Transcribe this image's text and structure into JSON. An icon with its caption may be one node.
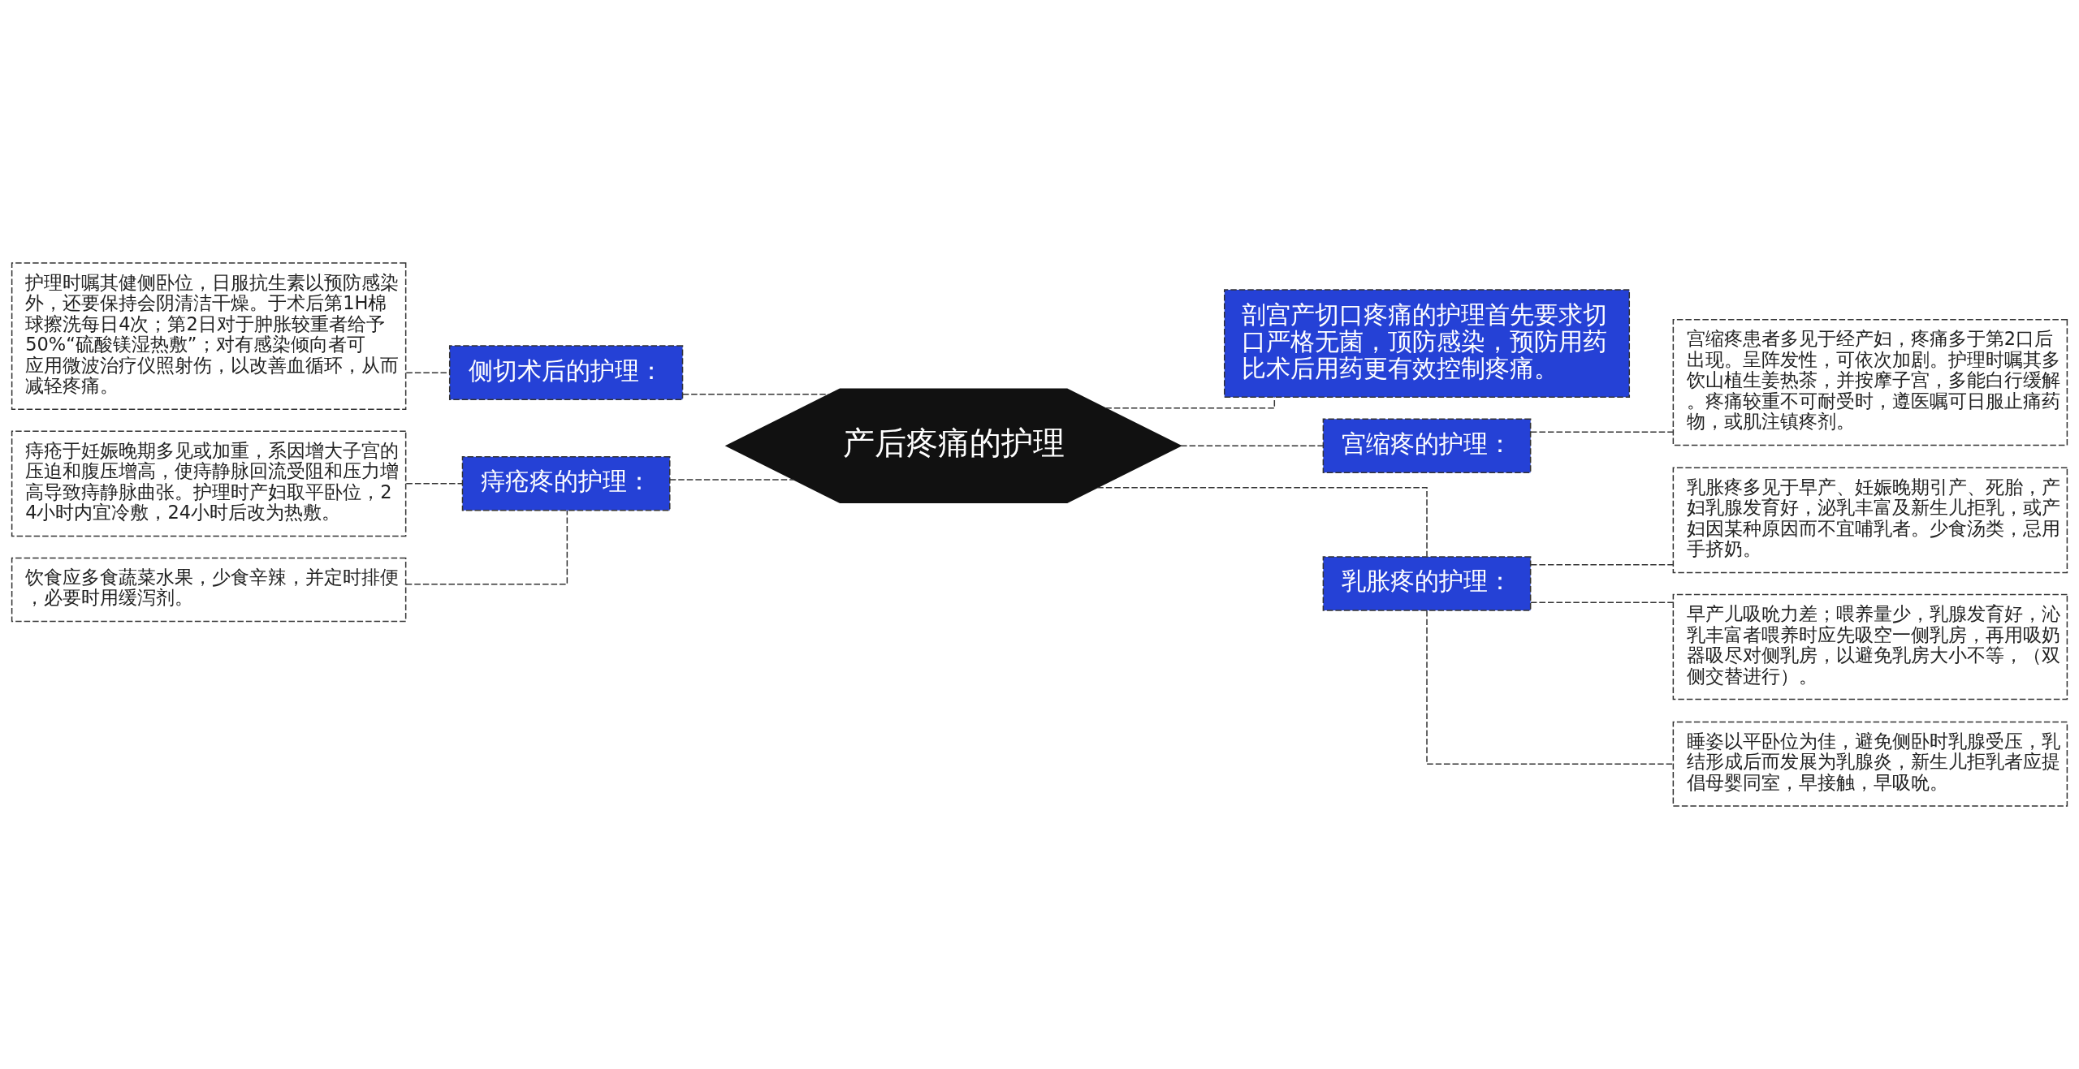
{
  "diagram": {
    "nodes": [
      {
        "text": [
          "产后疼痛的护理"
        ]
      },
      {
        "text": [
          "侧切术后的护理："
        ]
      },
      {
        "text": [
          "护理时嘱其健侧卧位，日服抗生素以预防感染外，还要保持会阴清洁干燥。于术后第1H棉球擦洗每日4次；第2日对于肿胀较重者给予50%“硫酸镁湿热敷”；对有感染倾向者可应用微波治疗仪照射伤，以改善血循环，从而减轻疼痛。"
        ]
      },
      {
        "text": [
          "痔疮疼的护理："
        ]
      },
      {
        "text": [
          "痔疮于妊娠晚期多见或加重，系因增大子宫的压迫和腹压增高，使痔静脉回流受阻和压力增高导致痔静脉曲张。护理时产妇取平卧位，24小时内宜冷敷，24小时后改为热敷。"
        ]
      },
      {
        "text": [
          "饮食应多食蔬菜水果，少食辛辣，并定时排便，必要时用缓泻剂。"
        ]
      },
      {
        "text": [
          "剖宫产切口疼痛的护理首先要求切口严格无菌，顶防感染，预防用药比术后用药更有效控制疼痛。"
        ]
      },
      {
        "text": [
          "宫缩疼的护理："
        ]
      },
      {
        "text": [
          "宫缩疼患者多见于经产妇，疼痛多于第2口后出现。呈阵发性，可依次加剧。护理时嘱其多饮山植生姜热茶，并按摩子宫，多能白行缓解。疼痛较重不可耐受时，遵医嘱可日服止痛药物，或肌注镇疼剂。"
        ]
      },
      {
        "text": [
          "乳胀疼的护理："
        ]
      },
      {
        "text": [
          "乳胀疼多见于早产、妊娠晚期引产、死胎，产妇乳腺发育好，泌乳丰富及新生儿拒乳，或产妇因某种原因而不宜哺乳者。少食汤类，忌用手挤奶。"
        ]
      },
      {
        "text": [
          "早产儿吸吮力差；喂养量少，乳腺发育好，沁乳丰富者喂养时应先吸空一侧乳房，再用吸奶器吸尽对侧乳房，以避免乳房大小不等，（双侧交替进行）。"
        ]
      },
      {
        "text": [
          "睡姿以平卧位为佳，避免侧卧时乳腺受压，乳结形成后而发展为乳腺炎，新生儿拒乳者应提倡母婴同室，早接触，早吸吮。"
        ]
      }
    ],
    "edges": [
      {
        "from": 0,
        "to": 1,
        "arrow": "none",
        "style": "dashed"
      },
      {
        "from": 1,
        "to": 2,
        "arrow": "none",
        "style": "dashed"
      },
      {
        "from": 0,
        "to": 3,
        "arrow": "none",
        "style": "dashed"
      },
      {
        "from": 3,
        "to": 4,
        "arrow": "none",
        "style": "dashed"
      },
      {
        "from": 3,
        "to": 5,
        "arrow": "none",
        "style": "dashed"
      },
      {
        "from": 0,
        "to": 6,
        "arrow": "none",
        "style": "dashed"
      },
      {
        "from": 0,
        "to": 7,
        "arrow": "none",
        "style": "dashed"
      },
      {
        "from": 7,
        "to": 8,
        "arrow": "none",
        "style": "dashed"
      },
      {
        "from": 0,
        "to": 9,
        "arrow": "none",
        "style": "dashed"
      },
      {
        "from": 9,
        "to": 10,
        "arrow": "none",
        "style": "dashed"
      },
      {
        "from": 9,
        "to": 11,
        "arrow": "none",
        "style": "dashed"
      },
      {
        "from": 9,
        "to": 12,
        "arrow": "none",
        "style": "dashed"
      }
    ]
  }
}
